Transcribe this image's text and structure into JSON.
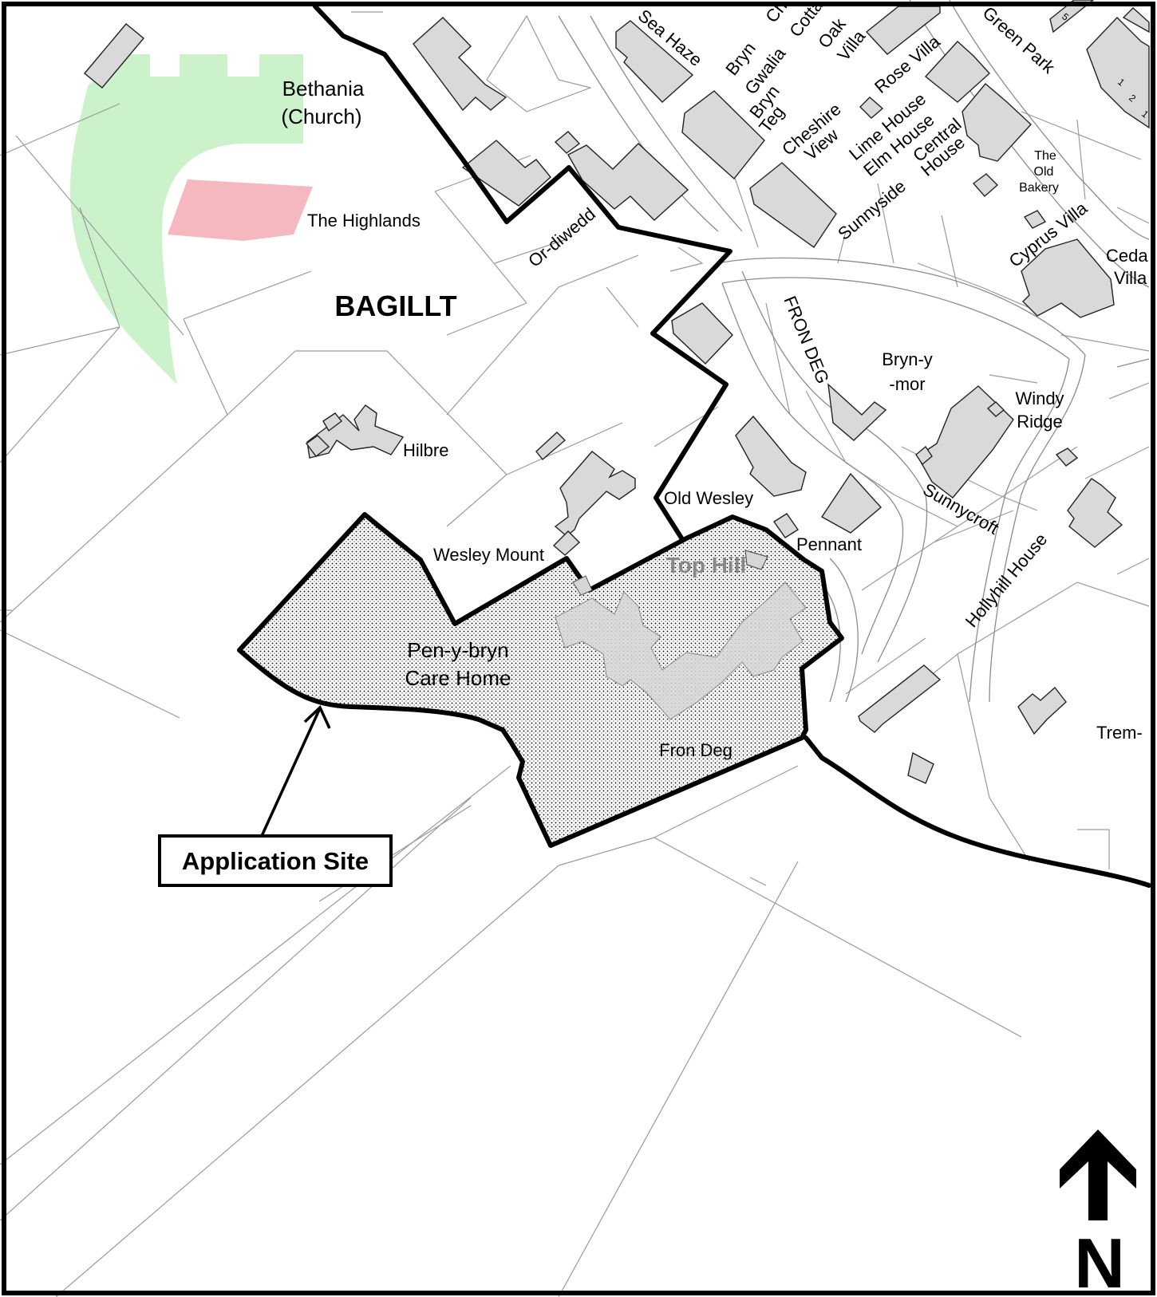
{
  "map": {
    "settlement": "BAGILLT",
    "callout": "Application Site",
    "north_label": "N",
    "colors": {
      "frame": "#000000",
      "building_fill": "#d9d9d9",
      "church_green": "#ccf2cc",
      "church_pink": "#f5b8bf",
      "site_stipple": "#000000",
      "parcel_line": "#9a9a9a"
    },
    "labels": {
      "bethania": "Bethania",
      "church": "(Church)",
      "highlands": "The Highlands",
      "hilbre": "Hilbre",
      "or_diwedd": "Or-diwedd",
      "wesley_mount": "Wesley Mount",
      "old_wesley": "Old Wesley",
      "top_hill": "Top Hill",
      "pen_y_bryn": "Pen-y-bryn",
      "care_home": "Care Home",
      "fron_deg_site": "Fron Deg",
      "fron_deg_road": "FRON DEG",
      "pennant": "Pennant",
      "bryn_y": "Bryn-y",
      "mor": "-mor",
      "windy": "Windy",
      "ridge": "Ridge",
      "sunnycroft": "Sunnycroft",
      "hollyhill": "Hollyhill House",
      "trem": "Trem-",
      "sea_haze": "Sea Haze",
      "bryn1": "Bryn",
      "gwalia": "Gwalia",
      "bryn2": "Bryn",
      "teg": "Teg",
      "ch": "Ch",
      "cotta": "Cotta",
      "oak": "Oak",
      "villa": "Villa",
      "rose_villa": "Rose Villa",
      "lime_house": "Lime House",
      "elm_house": "Elm House",
      "central": "Central",
      "house": "House",
      "cheshire": "Cheshire",
      "view": "View",
      "sunnyside": "Sunnyside",
      "green_park": "Green Park",
      "the": "The",
      "old": "Old",
      "bakery": "Bakery",
      "cyprus_villa": "Cyprus Villa",
      "ceda": "Ceda",
      "villa2": "Villa",
      "n5": "5",
      "n1": "1",
      "n2": "2",
      "n1b": "1"
    }
  }
}
